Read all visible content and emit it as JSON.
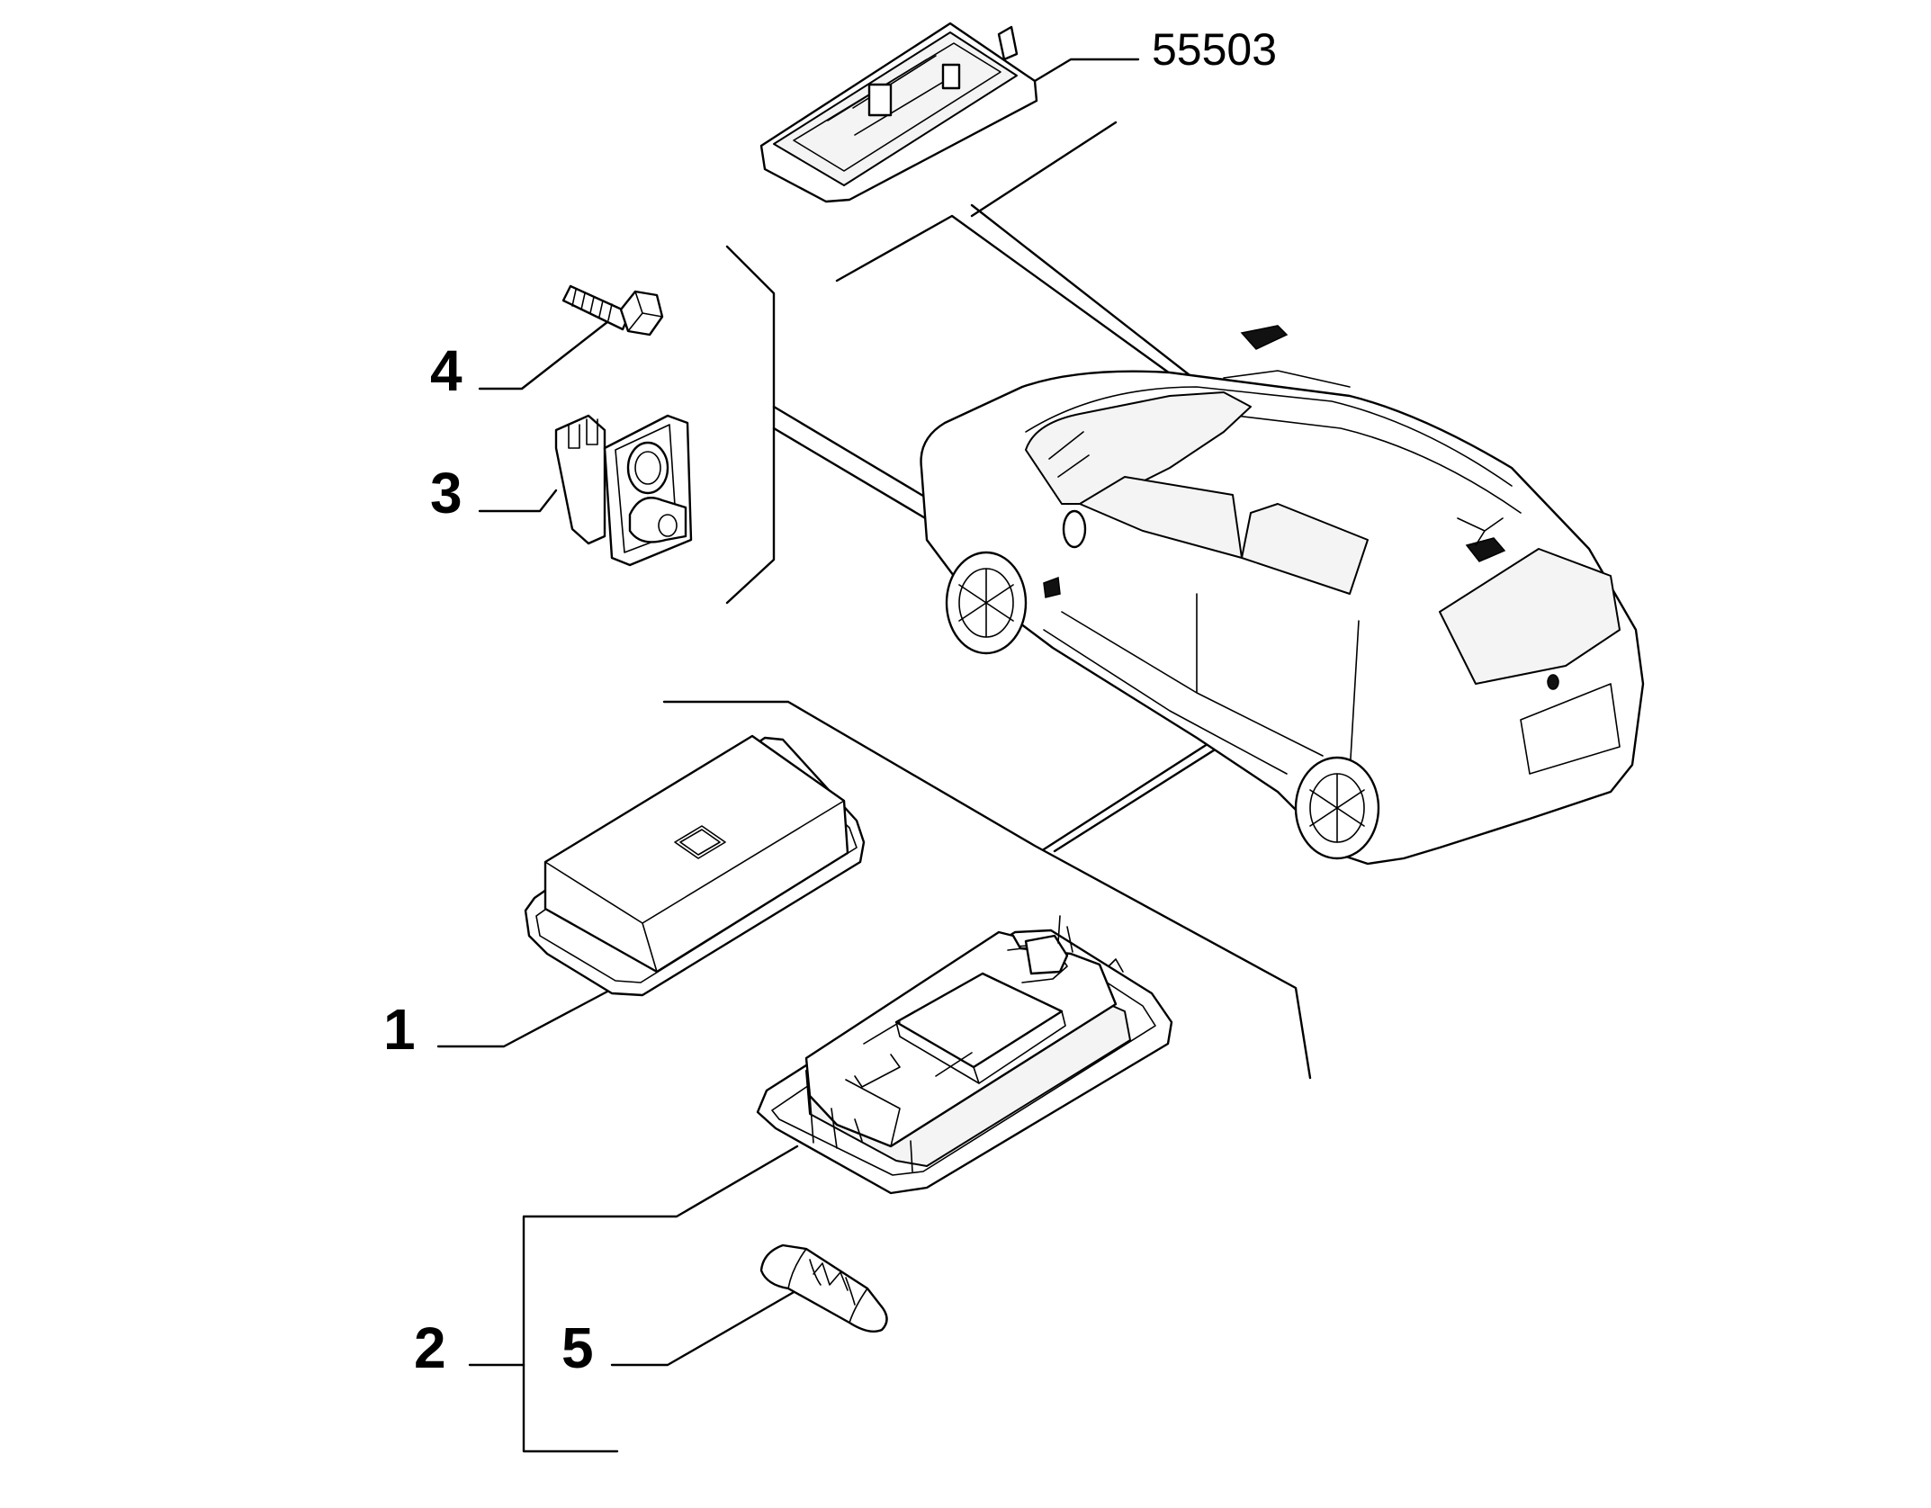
{
  "diagram": {
    "labels": {
      "ref_assembly": "55503",
      "part_1": "1",
      "part_2": "2",
      "part_3": "3",
      "part_4": "4",
      "part_5": "5"
    }
  }
}
